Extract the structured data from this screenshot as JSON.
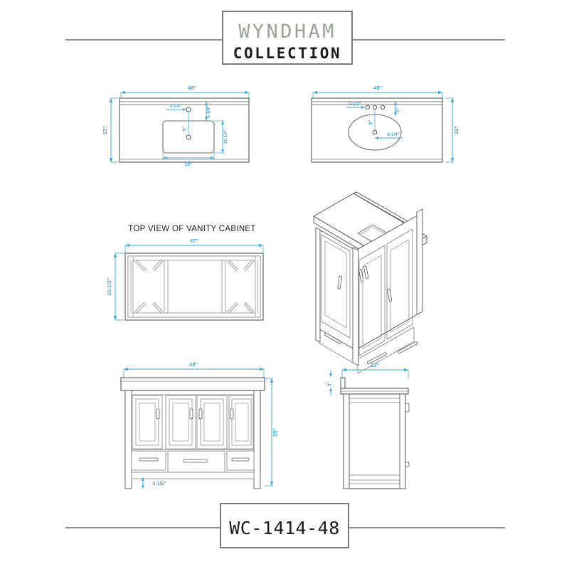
{
  "document": {
    "type": "product-spec-drawing",
    "brand_line_1": "WYNDHAM",
    "brand_line_2": "COLLECTION",
    "model_number": "WC-1414-48",
    "section_title_top_view": "TOP VIEW OF VANITY CABINET"
  },
  "colors": {
    "dimension_blue": "#3fa9dd",
    "line_dark": "#58585a",
    "line_mid": "#808083",
    "brand_gray": "#9aa39a",
    "brand_black": "#1c1c1c",
    "border_gray": "#6b6b6d",
    "background": "#ffffff"
  },
  "views": {
    "countertop_rect_sink": {
      "name": "Countertop with rectangular undermount sink - top view",
      "dimensions": {
        "overall_width": "48\"",
        "overall_depth": "22\"",
        "faucet_hole_offset_left": "3-1/4\"",
        "faucet_hole_offset_top": "6-1/4\"",
        "drain_offset": "9\"",
        "sink_depth_dim": "11-1/4\"",
        "sink_width": "18\""
      }
    },
    "countertop_oval_sink": {
      "name": "Countertop with oval undermount sink - top view",
      "dimensions": {
        "overall_width": "48\"",
        "overall_depth": "22\"",
        "holes_offset_left": "2-1/2\"",
        "holes_offset_top": "5\"",
        "drain_offset": "8\"",
        "oval_width_dim": "8-1/4\""
      }
    },
    "cabinet_top_view": {
      "name": "Top view of vanity cabinet",
      "dimensions": {
        "width": "47\"",
        "depth": "21-1/2\""
      }
    },
    "perspective": {
      "name": "Isometric view of assembled vanity with countertop and backsplash"
    },
    "front_elevation": {
      "name": "Front elevation of vanity cabinet",
      "dimensions": {
        "width": "48\"",
        "height": "35\"",
        "toe_kick": "3-1/2\""
      }
    },
    "side_elevation": {
      "name": "Side elevation of vanity cabinet",
      "dimensions": {
        "depth": "22\"",
        "backsplash_height": "3\""
      }
    }
  }
}
